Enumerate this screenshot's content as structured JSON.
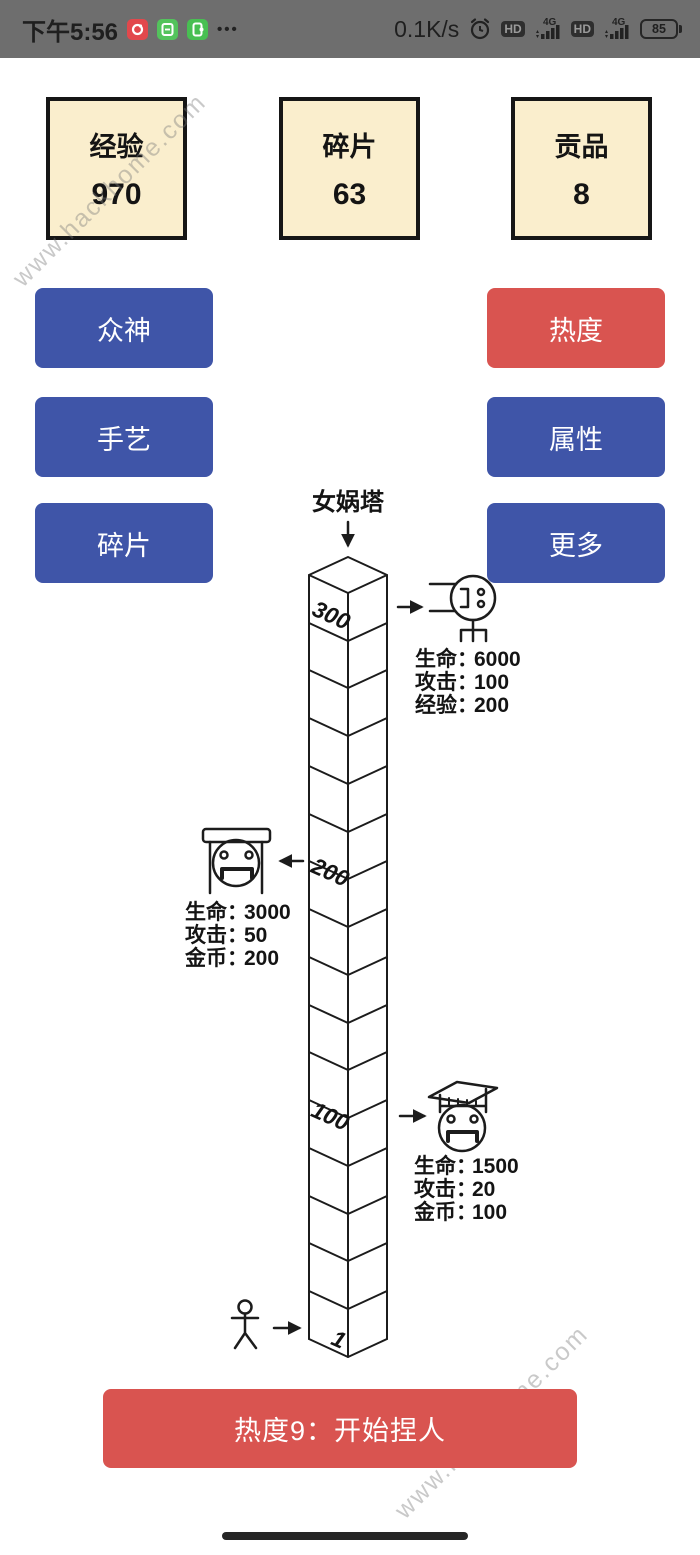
{
  "status_bar": {
    "time": "下午5:56",
    "more_dots": "•••",
    "net_speed": "0.1K/s",
    "hd": "HD",
    "net_type": "4G",
    "battery": "85"
  },
  "resources": [
    {
      "label": "经验",
      "value": "970"
    },
    {
      "label": "碎片",
      "value": "63"
    },
    {
      "label": "贡品",
      "value": "8"
    }
  ],
  "menu": {
    "left": [
      {
        "label": "众神"
      },
      {
        "label": "手艺"
      },
      {
        "label": "碎片"
      }
    ],
    "right": [
      {
        "label": "热度"
      },
      {
        "label": "属性"
      },
      {
        "label": "更多"
      }
    ]
  },
  "tower": {
    "title": "女娲塔",
    "level_labels": [
      "300",
      "200",
      "100",
      "1"
    ],
    "monsters": [
      {
        "name": "robot-monster-level-300",
        "stats": [
          [
            "生命：",
            "6000"
          ],
          [
            "攻击：",
            "100"
          ],
          [
            "经验：",
            "200"
          ]
        ]
      },
      {
        "name": "vampire-monster-level-200",
        "stats": [
          [
            "生命：",
            "3000"
          ],
          [
            "攻击：",
            "50"
          ],
          [
            "金币：",
            "200"
          ]
        ]
      },
      {
        "name": "graduate-monster-level-100",
        "stats": [
          [
            "生命：",
            "1500"
          ],
          [
            "攻击：",
            "20"
          ],
          [
            "金币：",
            "100"
          ]
        ]
      }
    ]
  },
  "action_button": {
    "label": "热度9：开始捏人"
  },
  "watermark": "www.hackhome.com",
  "colors": {
    "button_blue": "#3F55A8",
    "button_red": "#D95450",
    "resource_box_bg": "#FAEECD",
    "line_ink": "#1C1C1C",
    "status_bar_bg": "#6E6E6E"
  }
}
